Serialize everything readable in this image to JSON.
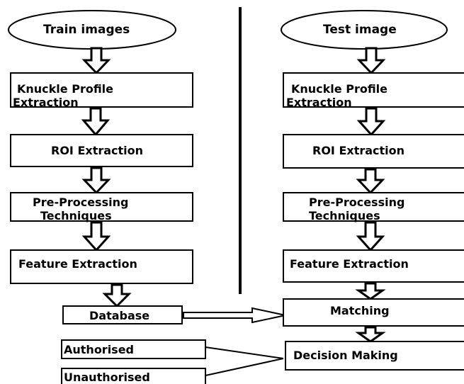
{
  "diagram": {
    "train": {
      "start": "Train images",
      "steps": [
        "Knuckle Profile\nExtraction",
        "ROI Extraction",
        "Pre-Processing\nTechniques",
        "Feature Extraction"
      ],
      "database": "Database"
    },
    "test": {
      "start": "Test image",
      "steps": [
        "Knuckle Profile\nExtraction",
        "ROI Extraction",
        "Pre-Processing\nTechniques",
        "Feature Extraction"
      ],
      "matching": "Matching",
      "decision": "Decision Making"
    },
    "outcomes": {
      "authorised": "Authorised",
      "unauthorised": "Unauthorised"
    }
  }
}
